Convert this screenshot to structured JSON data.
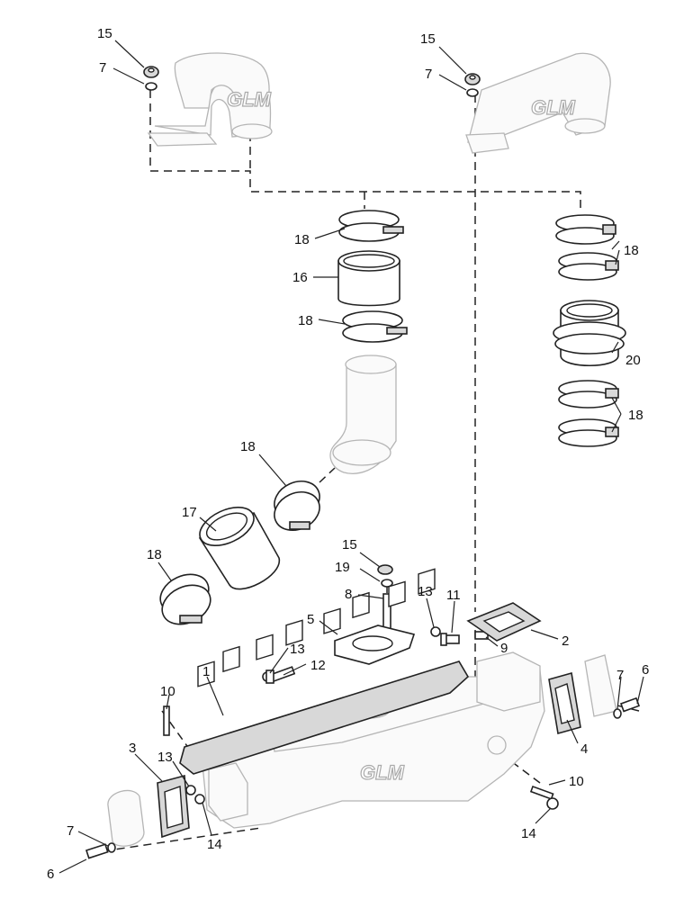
{
  "diagram": {
    "brand_logo": "GLM",
    "callouts": [
      {
        "id": "c15a",
        "label": "15"
      },
      {
        "id": "c7a",
        "label": "7"
      },
      {
        "id": "c15b",
        "label": "15"
      },
      {
        "id": "c7b",
        "label": "7"
      },
      {
        "id": "c18a",
        "label": "18"
      },
      {
        "id": "c16",
        "label": "16"
      },
      {
        "id": "c18b",
        "label": "18"
      },
      {
        "id": "c18c",
        "label": "18"
      },
      {
        "id": "c20",
        "label": "20"
      },
      {
        "id": "c18d",
        "label": "18"
      },
      {
        "id": "c18e",
        "label": "18"
      },
      {
        "id": "c17",
        "label": "17"
      },
      {
        "id": "c18f",
        "label": "18"
      },
      {
        "id": "c15c",
        "label": "15"
      },
      {
        "id": "c19",
        "label": "19"
      },
      {
        "id": "c8",
        "label": "8"
      },
      {
        "id": "c13a",
        "label": "13"
      },
      {
        "id": "c11",
        "label": "11"
      },
      {
        "id": "c5",
        "label": "5"
      },
      {
        "id": "c2",
        "label": "2"
      },
      {
        "id": "c9",
        "label": "9"
      },
      {
        "id": "c13b",
        "label": "13"
      },
      {
        "id": "c12",
        "label": "12"
      },
      {
        "id": "c1",
        "label": "1"
      },
      {
        "id": "c7c",
        "label": "7"
      },
      {
        "id": "c6a",
        "label": "6"
      },
      {
        "id": "c10a",
        "label": "10"
      },
      {
        "id": "c4",
        "label": "4"
      },
      {
        "id": "c3",
        "label": "3"
      },
      {
        "id": "c13c",
        "label": "13"
      },
      {
        "id": "c14a",
        "label": "14"
      },
      {
        "id": "c10b",
        "label": "10"
      },
      {
        "id": "c14b",
        "label": "14"
      },
      {
        "id": "c7d",
        "label": "7"
      },
      {
        "id": "c6b",
        "label": "6"
      }
    ]
  }
}
